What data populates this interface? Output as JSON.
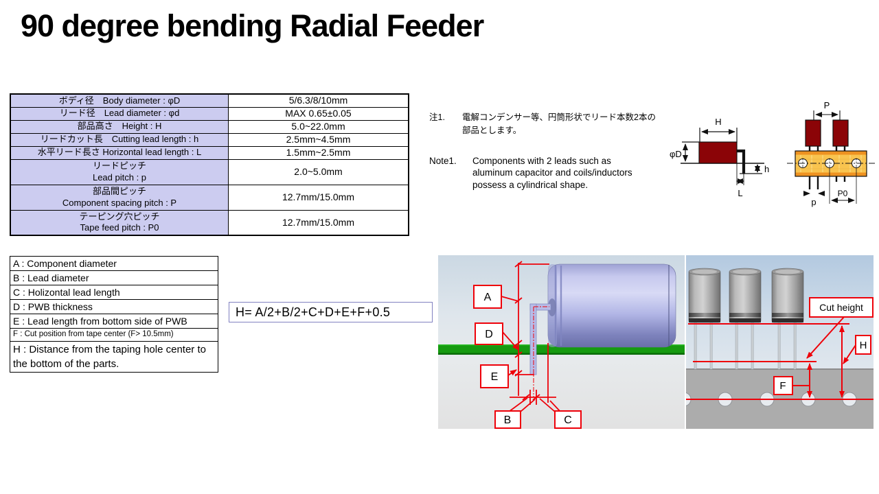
{
  "title": "90 degree bending Radial Feeder",
  "spec_table": {
    "rows": [
      {
        "line1": "ボディ径　Body diameter :  φD",
        "line2": "",
        "value": "5/6.3/8/10mm"
      },
      {
        "line1": "リード径　Lead diameter :  φd",
        "line2": "",
        "value": "MAX  0.65±0.05"
      },
      {
        "line1": "部品高さ　Height : H",
        "line2": "",
        "value": "5.0~22.0mm"
      },
      {
        "line1": "リードカット長　Cutting lead length :  h",
        "line2": "",
        "value": "2.5mm~4.5mm"
      },
      {
        "line1": "水平リード長さ Horizontal lead length :  L",
        "line2": "",
        "value": "1.5mm~2.5mm"
      },
      {
        "line1": "リードピッチ",
        "line2": "Lead pitch :  p",
        "value": "2.0~5.0mm"
      },
      {
        "line1": "部品間ピッチ",
        "line2": "Component spacing pitch  : P",
        "value": "12.7mm/15.0mm"
      },
      {
        "line1": "テーピング穴ピッチ",
        "line2": "Tape feed pitch  : P0",
        "value": "12.7mm/15.0mm"
      }
    ]
  },
  "notes": {
    "ja_label": "注1.",
    "ja_text": "電解コンデンサー等、円筒形状でリード本数2本の部品とします。",
    "en_label": "Note1.",
    "en_text": "Components with 2 leads such as aluminum capacitor and coils/inductors possess a cylindrical shape."
  },
  "legend_table": {
    "rows": [
      "A : Component diameter",
      "B : Lead diameter",
      "C : Holizontal lead length",
      "D : PWB thickness",
      "E : Lead length from bottom side of PWB",
      "F : Cut position from tape center (F> 10.5mm)",
      "H : Distance from the taping hole center to the bottom of the parts."
    ]
  },
  "formula": "H= A/2+B/2+C+D+E+F+0.5",
  "side_diagram": {
    "labels": {
      "H": "H",
      "phiD": "φD",
      "h": "h",
      "L": "L"
    }
  },
  "tape_diagram": {
    "labels": {
      "P": "P",
      "p": "p",
      "P0": "P0"
    }
  },
  "left_photo": {
    "labels": {
      "A": "A",
      "B": "B",
      "C": "C",
      "D": "D",
      "E": "E"
    }
  },
  "right_photo": {
    "labels": {
      "cut_height": "Cut height",
      "H": "H",
      "F": "F"
    }
  },
  "colors": {
    "table_header_bg": "#ccccf0",
    "component_body_red": "#8b0407",
    "tape_orange": "#f9c44f",
    "tape_edge_orange": "#ee9221",
    "annotation_red": "#ee0009",
    "pcb_green": "#169a10",
    "formula_border": "#8080c0"
  }
}
